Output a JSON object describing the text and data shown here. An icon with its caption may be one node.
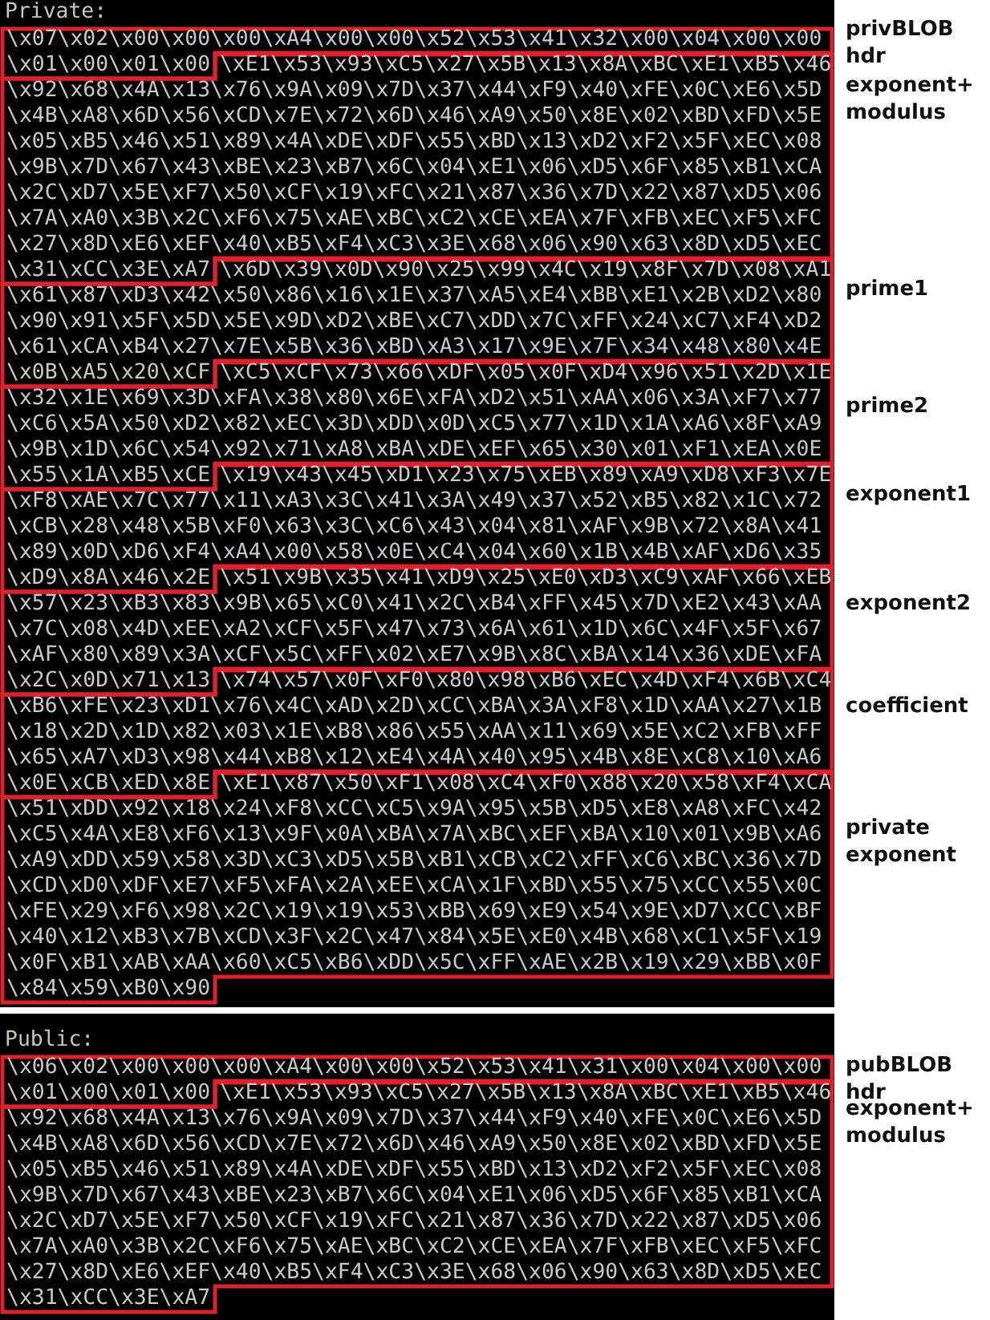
{
  "diagram": {
    "nodes": [
      {
        "text": [
          "Private:"
        ]
      },
      {
        "text": [
          "\\x07\\x02\\x00\\x00\\x00\\xA4\\x00\\x00\\x52\\x53\\x41\\x32\\x00\\x04\\x00\\x00 \\x01\\x00\\x01\\x00"
        ],
        "in": 0,
        "beside": [
          "privBLOB hdr"
        ]
      },
      {
        "text": [
          "\\xE1\\x53\\x93\\xC5\\x27\\x5B\\x13\\x8A\\xBC\\xE1\\xB5\\x46 \\x92\\x68\\x4A\\x13\\x76\\x9A\\x09\\x7D\\x37\\x44\\xF9\\x40\\xFE\\x0C\\xE6\\x5D \\x4B\\xA8\\x6D\\x56\\xCD\\x7E\\x72\\x6D\\x46\\xA9\\x50\\x8E\\x02\\xBD\\xFD\\x5E \\x05\\xB5\\x46\\x51\\x89\\x4A\\xDE\\xDF\\x55\\xBD\\x13\\xD2\\xF2\\x5F\\xEC\\x08 \\x9B\\x7D\\x67\\x43\\xBE\\x23\\xB7\\x6C\\x04\\xE1\\x06\\xD5\\x6F\\x85\\xB1\\xCA \\x2C\\xD7\\x5E\\xF7\\x50\\xCF\\x19\\xFC\\x21\\x87\\x36\\x7D\\x22\\x87\\xD5\\x06 \\x7A\\xA0\\x3B\\x2C\\xF6\\x75\\xAE\\xBC\\xC2\\xCE\\xEA\\x7F\\xFB\\xEC\\xF5\\xFC \\x27\\x8D\\xE6\\xEF\\x40\\xB5\\xF4\\xC3\\x3E\\x68\\x06\\x90\\x63\\x8D\\xD5\\xEC \\x31\\xCC\\x3E\\xA7"
        ],
        "in": 0,
        "beside": [
          "exponent+ modulus"
        ]
      },
      {
        "text": [
          "\\x6D\\x39\\x0D\\x90\\x25\\x99\\x4C\\x19\\x8F\\x7D\\x08\\xA1 \\x61\\x87\\xD3\\x42\\x50\\x86\\x16\\x1E\\x37\\xA5\\xE4\\xBB\\xE1\\x2B\\xD2\\x80 \\x90\\x91\\x5F\\x5D\\x5E\\x9D\\xD2\\xBE\\xC7\\xDD\\x7C\\xFF\\x24\\xC7\\xF4\\xD2 \\x61\\xCA\\xB4\\x27\\x7E\\x5B\\x36\\xBD\\xA3\\x17\\x9E\\x7F\\x34\\x48\\x80\\x4E \\x0B\\xA5\\x20\\xCF"
        ],
        "in": 0,
        "beside": [
          "prime1"
        ]
      },
      {
        "text": [
          "\\xC5\\xCF\\x73\\x66\\xDF\\x05\\x0F\\xD4\\x96\\x51\\x2D\\x1E \\x32\\x1E\\x69\\x3D\\xFA\\x38\\x80\\x6E\\xFA\\xD2\\x51\\xAA\\x06\\x3A\\xF7\\x77 \\xC6\\x5A\\x50\\xD2\\x82\\xEC\\x3D\\xDD\\x0D\\xC5\\x77\\x1D\\x1A\\xA6\\x8F\\xA9 \\x9B\\x1D\\x6C\\x54\\x92\\x71\\xA8\\xBA\\xDE\\xEF\\x65\\x30\\x01\\xF1\\xEA\\x0E \\x55\\x1A\\xB5\\xCE"
        ],
        "in": 0,
        "beside": [
          "prime2"
        ]
      },
      {
        "text": [
          "\\x19\\x43\\x45\\xD1\\x23\\x75\\xEB\\x89\\xA9\\xD8\\xF3\\x7E \\xF8\\xAE\\x7C\\x77\\x11\\xA3\\x3C\\x41\\x3A\\x49\\x37\\x52\\xB5\\x82\\x1C\\x72 \\xCB\\x28\\x48\\x5B\\xF0\\x63\\x3C\\xC6\\x43\\x04\\x81\\xAF\\x9B\\x72\\x8A\\x41 \\x89\\x0D\\xD6\\xF4\\xA4\\x00\\x58\\x0E\\xC4\\x04\\x60\\x1B\\x4B\\xAF\\xD6\\x35 \\xD9\\x8A\\x46\\x2E"
        ],
        "in": 0,
        "beside": [
          "exponent1"
        ]
      },
      {
        "text": [
          "\\x51\\x9B\\x35\\x41\\xD9\\x25\\xE0\\xD3\\xC9\\xAF\\x66\\xEB \\x57\\x23\\xB3\\x83\\x9B\\x65\\xC0\\x41\\x2C\\xB4\\xFF\\x45\\x7D\\xE2\\x43\\xAA \\x7C\\x08\\x4D\\xEE\\xA2\\xCF\\x5F\\x47\\x73\\x6A\\x61\\x1D\\x6C\\x4F\\x5F\\x67 \\xAF\\x80\\x89\\x3A\\xCF\\x5C\\xFF\\x02\\xE7\\x9B\\x8C\\xBA\\x14\\x36\\xDE\\xFA \\x2C\\x0D\\x71\\x13"
        ],
        "in": 0,
        "beside": [
          "exponent2"
        ]
      },
      {
        "text": [
          "\\x74\\x57\\x0F\\xF0\\x80\\x98\\xB6\\xEC\\x4D\\xF4\\x6B\\xC4 \\xB6\\xFE\\x23\\xD1\\x76\\x4C\\xAD\\x2D\\xCC\\xBA\\x3A\\xF8\\x1D\\xAA\\x27\\x1B \\x18\\x2D\\x1D\\x82\\x03\\x1E\\xB8\\x86\\x55\\xAA\\x11\\x69\\x5E\\xC2\\xFB\\xFF \\x65\\xA7\\xD3\\x98\\x44\\xB8\\x12\\xE4\\x4A\\x40\\x95\\x4B\\x8E\\xC8\\x10\\xA6 \\x0E\\xCB\\xED\\x8E"
        ],
        "in": 0,
        "beside": [
          "coefficient"
        ]
      },
      {
        "text": [
          "\\xE1\\x87\\x50\\xF1\\x08\\xC4\\xF0\\x88\\x20\\x58\\xF4\\xCA \\x51\\xDD\\x92\\x18\\x24\\xF8\\xCC\\xC5\\x9A\\x95\\x5B\\xD5\\xE8\\xA8\\xFC\\x42 \\xC5\\x4A\\xE8\\xF6\\x13\\x9F\\x0A\\xBA\\x7A\\xBC\\xEF\\xBA\\x10\\x01\\x9B\\xA6 \\xA9\\xDD\\x59\\x58\\x3D\\xC3\\xD5\\x5B\\xB1\\xCB\\xC2\\xFF\\xC6\\xBC\\x36\\x7D \\xCD\\xD0\\xDF\\xE7\\xF5\\xFA\\x2A\\xEE\\xCA\\x1F\\xBD\\x55\\x75\\xCC\\x55\\x0C \\xFE\\x29\\xF6\\x98\\x2C\\x19\\x19\\x53\\xBB\\x69\\xE9\\x54\\x9E\\xD7\\xCC\\xBF \\x40\\x12\\xB3\\x7B\\xCD\\x3F\\x2C\\x47\\x84\\x5E\\xE0\\x4B\\x68\\xC1\\x5F\\x19 \\x0F\\xB1\\xAB\\xAA\\x60\\xC5\\xB6\\xDD\\x5C\\xFF\\xAE\\x2B\\x19\\x29\\xBB\\x0F \\x84\\x59\\xB0\\x90"
        ],
        "in": 0,
        "beside": [
          "private exponent"
        ]
      },
      {
        "text": [
          "Public:"
        ]
      },
      {
        "text": [
          "\\x06\\x02\\x00\\x00\\x00\\xA4\\x00\\x00\\x52\\x53\\x41\\x31\\x00\\x04\\x00\\x00 \\x01\\x00\\x01\\x00"
        ],
        "in": 9,
        "beside": [
          "pubBLOB hdr"
        ]
      },
      {
        "text": [
          "\\xE1\\x53\\x93\\xC5\\x27\\x5B\\x13\\x8A\\xBC\\xE1\\xB5\\x46 \\x92\\x68\\x4A\\x13\\x76\\x9A\\x09\\x7D\\x37\\x44\\xF9\\x40\\xFE\\x0C\\xE6\\x5D \\x4B\\xA8\\x6D\\x56\\xCD\\x7E\\x72\\x6D\\x46\\xA9\\x50\\x8E\\x02\\xBD\\xFD\\x5E \\x05\\xB5\\x46\\x51\\x89\\x4A\\xDE\\xDF\\x55\\xBD\\x13\\xD2\\xF2\\x5F\\xEC\\x08 \\x9B\\x7D\\x67\\x43\\xBE\\x23\\xB7\\x6C\\x04\\xE1\\x06\\xD5\\x6F\\x85\\xB1\\xCA \\x2C\\xD7\\x5E\\xF7\\x50\\xCF\\x19\\xFC\\x21\\x87\\x36\\x7D\\x22\\x87\\xD5\\x06 \\x7A\\xA0\\x3B\\x2C\\xF6\\x75\\xAE\\xBC\\xC2\\xCE\\xEA\\x7F\\xFB\\xEC\\xF5\\xFC \\x27\\x8D\\xE6\\xEF\\x40\\xB5\\xF4\\xC3\\x3E\\x68\\x06\\x90\\x63\\x8D\\xD5\\xEC \\x31\\xCC\\x3E\\xA7"
        ],
        "in": 9,
        "beside": [
          "exponent+ modulus"
        ]
      }
    ]
  }
}
